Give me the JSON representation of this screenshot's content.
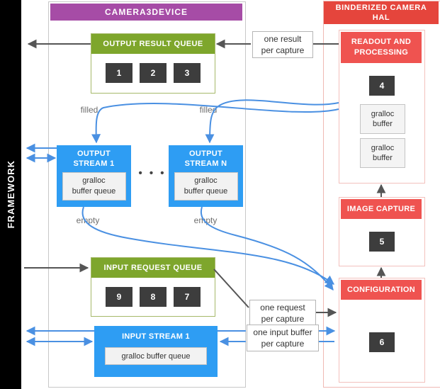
{
  "framework": {
    "label": "FRAMEWORK"
  },
  "camera3device": {
    "title": "CAMERA3DEVICE",
    "output_result_queue": {
      "title": "OUTPUT RESULT QUEUE",
      "items": [
        "1",
        "2",
        "3"
      ]
    },
    "flow_labels": {
      "filled_stream_1": "filled",
      "filled_stream_n": "filled",
      "empty_stream_1": "empty",
      "empty_stream_n": "empty"
    },
    "output_stream_1": {
      "title": "OUTPUT\nSTREAM 1",
      "buffer": "gralloc\nbuffer queue"
    },
    "output_stream_n": {
      "title": "OUTPUT\nSTREAM N",
      "buffer": "gralloc\nbuffer queue"
    },
    "ellipsis": "• • •",
    "input_request_queue": {
      "title": "INPUT REQUEST QUEUE",
      "items": [
        "9",
        "8",
        "7"
      ]
    },
    "input_stream_1": {
      "title": "INPUT STREAM 1",
      "buffer": "gralloc buffer queue"
    }
  },
  "hal": {
    "title": "BINDERIZED CAMERA\nHAL",
    "readout": {
      "title": "READOUT AND\nPROCESSING",
      "item": "4",
      "buffers": [
        "gralloc\nbuffer",
        "gralloc\nbuffer"
      ]
    },
    "image_capture": {
      "title": "IMAGE CAPTURE",
      "item": "5"
    },
    "configuration": {
      "title": "CONFIGURATION",
      "item": "6"
    }
  },
  "annotations": {
    "one_result": "one result\nper capture",
    "one_request": "one request\nper capture",
    "one_input": "one input buffer\nper capture"
  },
  "colors": {
    "framework_bar": "#000000",
    "camera3device_header": "#a64ca6",
    "hal_header": "#e5453c",
    "hal_section": "#ef5350",
    "queue_header": "#7ea62c",
    "stream_blue": "#2e9df3",
    "item_box": "#3d3d3d",
    "arrow_dark": "#555555",
    "arrow_blue": "#4a90e2"
  }
}
